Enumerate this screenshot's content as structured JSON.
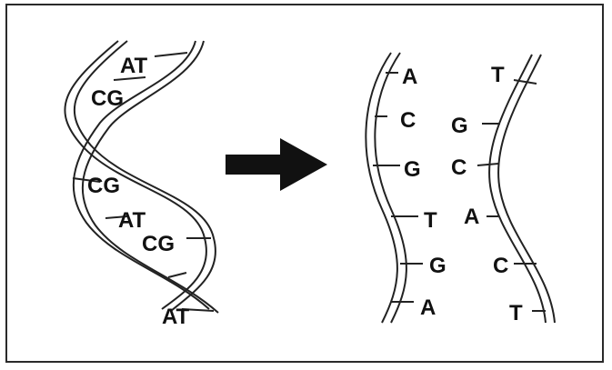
{
  "diagram": {
    "left_helix": {
      "pairs": [
        "AT",
        "CG",
        "CG",
        "AT",
        "CG",
        "AT"
      ]
    },
    "arrow": {
      "icon": "right-arrow-icon"
    },
    "right_strands": {
      "left_bases": [
        "A",
        "C",
        "G",
        "T",
        "G",
        "A"
      ],
      "right_bases": [
        "T",
        "G",
        "C",
        "A",
        "C",
        "T"
      ]
    }
  }
}
